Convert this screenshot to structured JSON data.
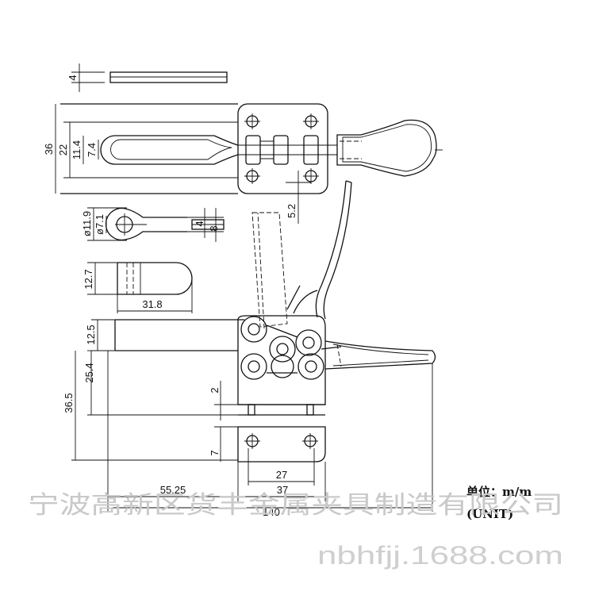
{
  "dimensions": {
    "thickness": "4",
    "width_36": "36",
    "width_22": "22",
    "slot_11_4": "11.4",
    "slot_7_4": "7.4",
    "hole_5_2": "5.2",
    "dia_11_9": "ø11.9",
    "dia_7_1": "ø7.1",
    "spindle_4": "4",
    "spindle_8": "8",
    "tip_12_7": "12.7",
    "tip_31_8": "31.8",
    "height_12_5": "12.5",
    "height_25_4": "25.4",
    "height_36_5": "36.5",
    "gap_2": "2",
    "base_7": "7",
    "base_27": "27",
    "len_55_25": "55.25",
    "len_37": "37",
    "len_140": "140"
  },
  "unit_label": "单位：m/m",
  "unit_label_en": "(UNIT)",
  "watermark_company": "宁波高新区货丰金属夹具制造有限公司",
  "watermark_site": "nbhfjj.1688.com"
}
